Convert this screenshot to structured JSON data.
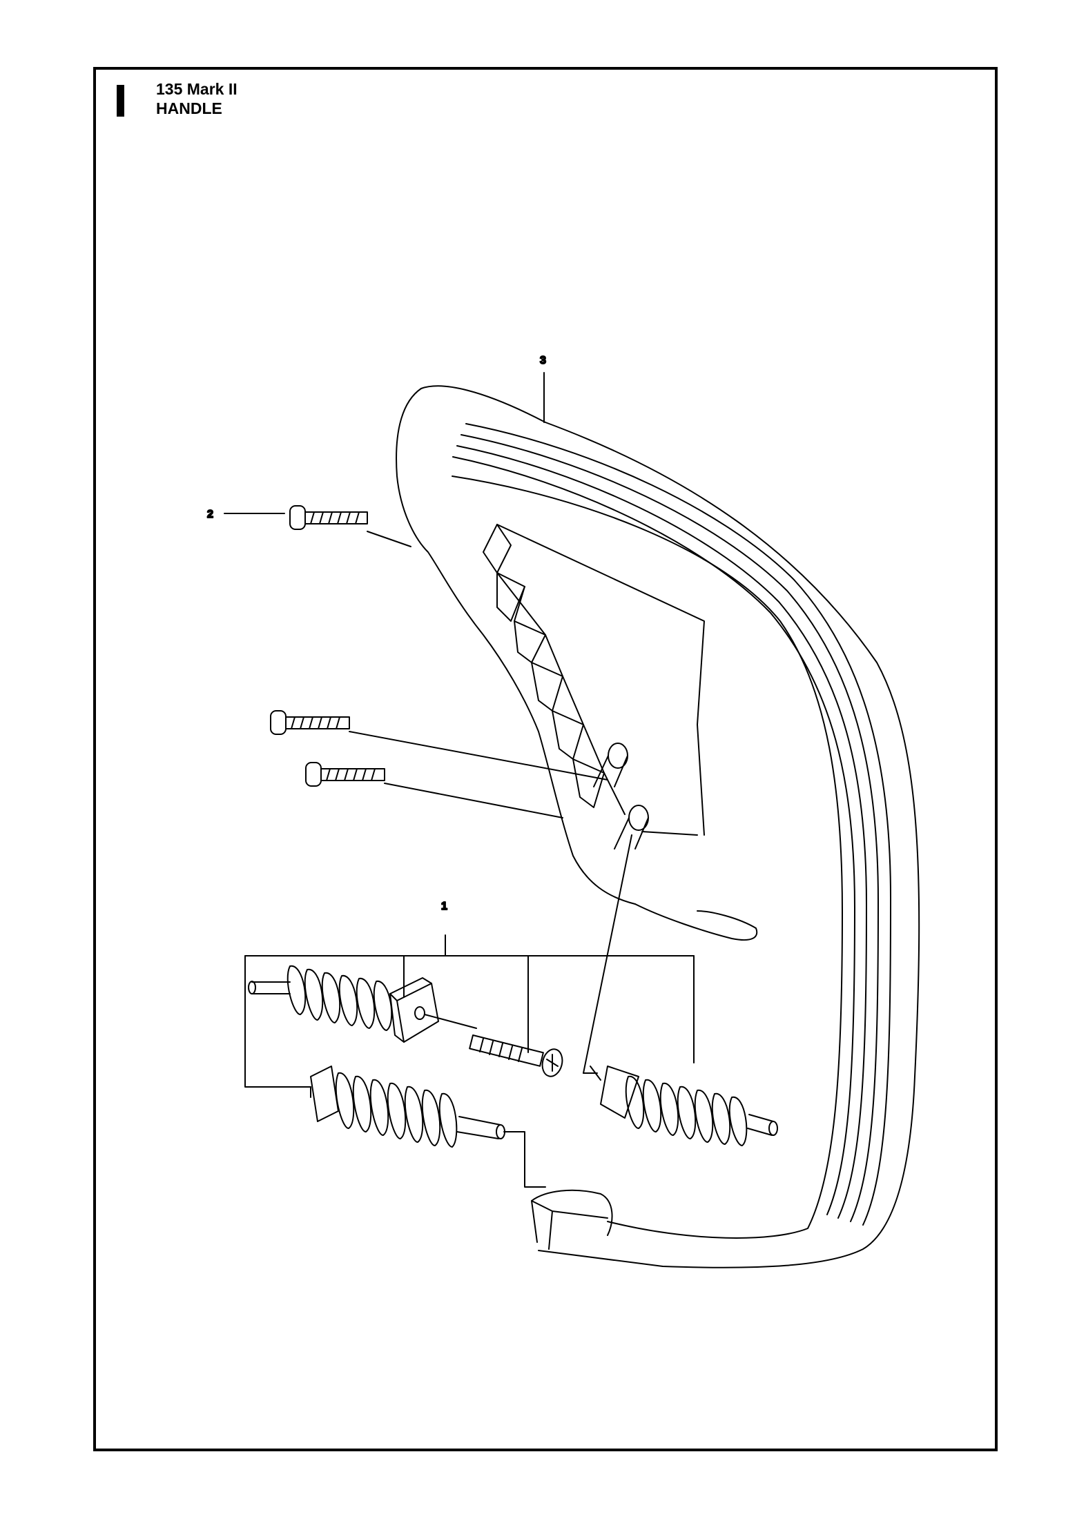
{
  "header": {
    "model": "135 Mark II",
    "section": "HANDLE"
  },
  "callouts": [
    {
      "id": "callout-1",
      "label": "1"
    },
    {
      "id": "callout-2",
      "label": "2"
    },
    {
      "id": "callout-3",
      "label": "3"
    }
  ],
  "colors": {
    "line": "#000000",
    "background": "#ffffff"
  }
}
